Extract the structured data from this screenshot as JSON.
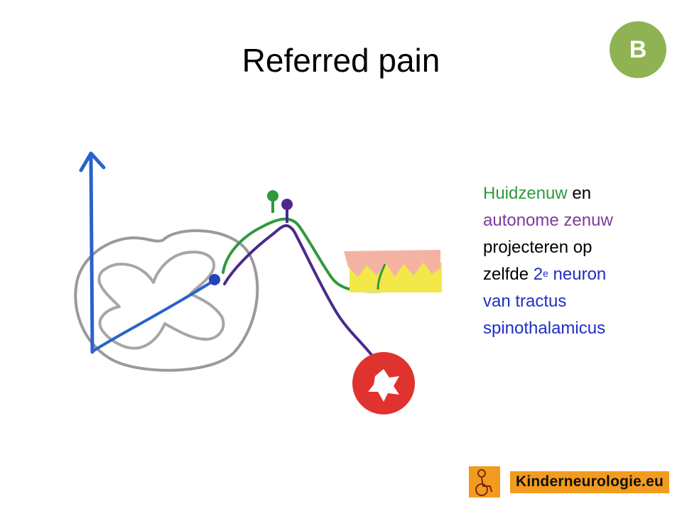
{
  "title": "Referred pain",
  "badge": "B",
  "caption": {
    "line1_colored": "Huidzenuw",
    "line1_rest": " en",
    "line2": "autonome zenuw",
    "line3": "projecteren op",
    "line4_prefix": "zelfde ",
    "line4_num": "2",
    "line4_sup": "e",
    "line4_rest": " neuron",
    "line5": "van tractus",
    "line6": "spinothalamicus"
  },
  "logo": {
    "text": "Kinderneurologie.eu",
    "icon": "child-wheelchair-icon"
  },
  "colors": {
    "badge": "#8fb352",
    "skin_nerve": "#2f9a3c",
    "autonomic_nerve": "#7a3c9c",
    "spinothalamic": "#1f2ec4",
    "logo_bg": "#f39b1f",
    "organ": "#e0322e",
    "skin_yellow": "#f2e84a",
    "skin_pink": "#f4b3a2"
  }
}
